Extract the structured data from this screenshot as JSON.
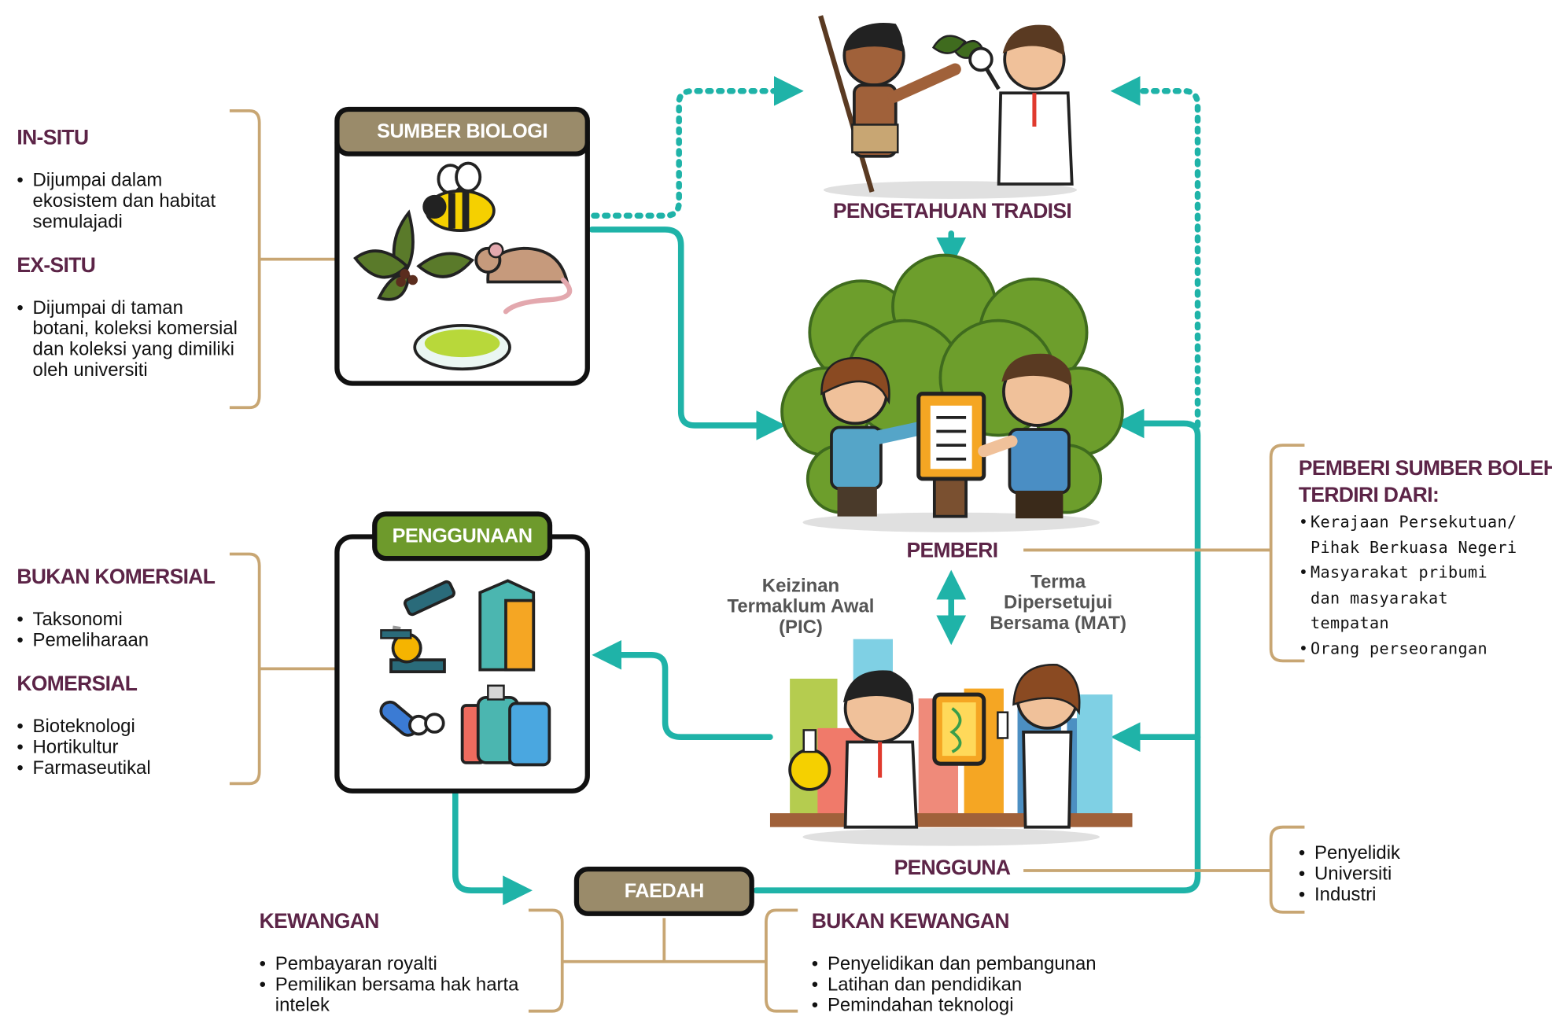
{
  "colors": {
    "teal": "#1fb3a8",
    "bracket": "#c8a673",
    "heading": "#5c2447",
    "tan_pill": "#9a8b6a",
    "green_pill": "#6e9a2c"
  },
  "left_top": {
    "in_situ": {
      "heading": "IN-SITU",
      "bullets": [
        "Dijumpai dalam ekosistem dan habitat semulajadi"
      ]
    },
    "ex_situ": {
      "heading": "EX-SITU",
      "bullets": [
        "Dijumpai di taman botani, koleksi komersial dan koleksi yang dimiliki oleh universiti"
      ]
    }
  },
  "left_bottom": {
    "bukan_komersial": {
      "heading": "BUKAN KOMERSIAL",
      "bullets": [
        "Taksonomi",
        "Pemeliharaan"
      ]
    },
    "komersial": {
      "heading": "KOMERSIAL",
      "bullets": [
        "Bioteknologi",
        "Hortikultur",
        "Farmaseutikal"
      ]
    }
  },
  "boxes": {
    "sumber_biologi": "SUMBER BIOLOGI",
    "penggunaan": "PENGGUNAAN",
    "faedah": "FAEDAH"
  },
  "icons": {
    "sumber": [
      "bee-icon",
      "leaf-icon",
      "rat-icon",
      "petri-dish-icon"
    ],
    "penggunaan": [
      "microscope-icon",
      "milk-carton-icon",
      "pills-icon",
      "cosmetic-bottles-icon"
    ]
  },
  "center": {
    "pengetahuan_tradisi": "PENGETAHUAN TRADISI",
    "pemberi": "PEMBERI",
    "pengguna": "PENGGUNA",
    "pic": [
      "Keizinan",
      "Termaklum Awal",
      "(PIC)"
    ],
    "mat": [
      "Terma",
      "Dipersetujui",
      "Bersama (MAT)"
    ]
  },
  "right": {
    "pemberi_heading": [
      "PEMBERI SUMBER BOLEH",
      "TERDIRI DARI:"
    ],
    "pemberi_list": [
      [
        "Kerajaan Persekutuan/",
        "Pihak Berkuasa Negeri"
      ],
      [
        "Masyarakat pribumi",
        "dan masyarakat",
        "tempatan"
      ],
      [
        "Orang perseorangan"
      ]
    ],
    "pengguna_list": [
      "Penyelidik",
      "Universiti",
      "Industri"
    ]
  },
  "bottom": {
    "kewangan": {
      "heading": "KEWANGAN",
      "bullets": [
        "Pembayaran royalti",
        "Pemilikan bersama hak harta intelek"
      ]
    },
    "bukan_kewangan": {
      "heading": "BUKAN KEWANGAN",
      "bullets": [
        "Penyelidikan dan pembangunan",
        "Latihan dan pendidikan",
        "Pemindahan teknologi"
      ]
    }
  }
}
